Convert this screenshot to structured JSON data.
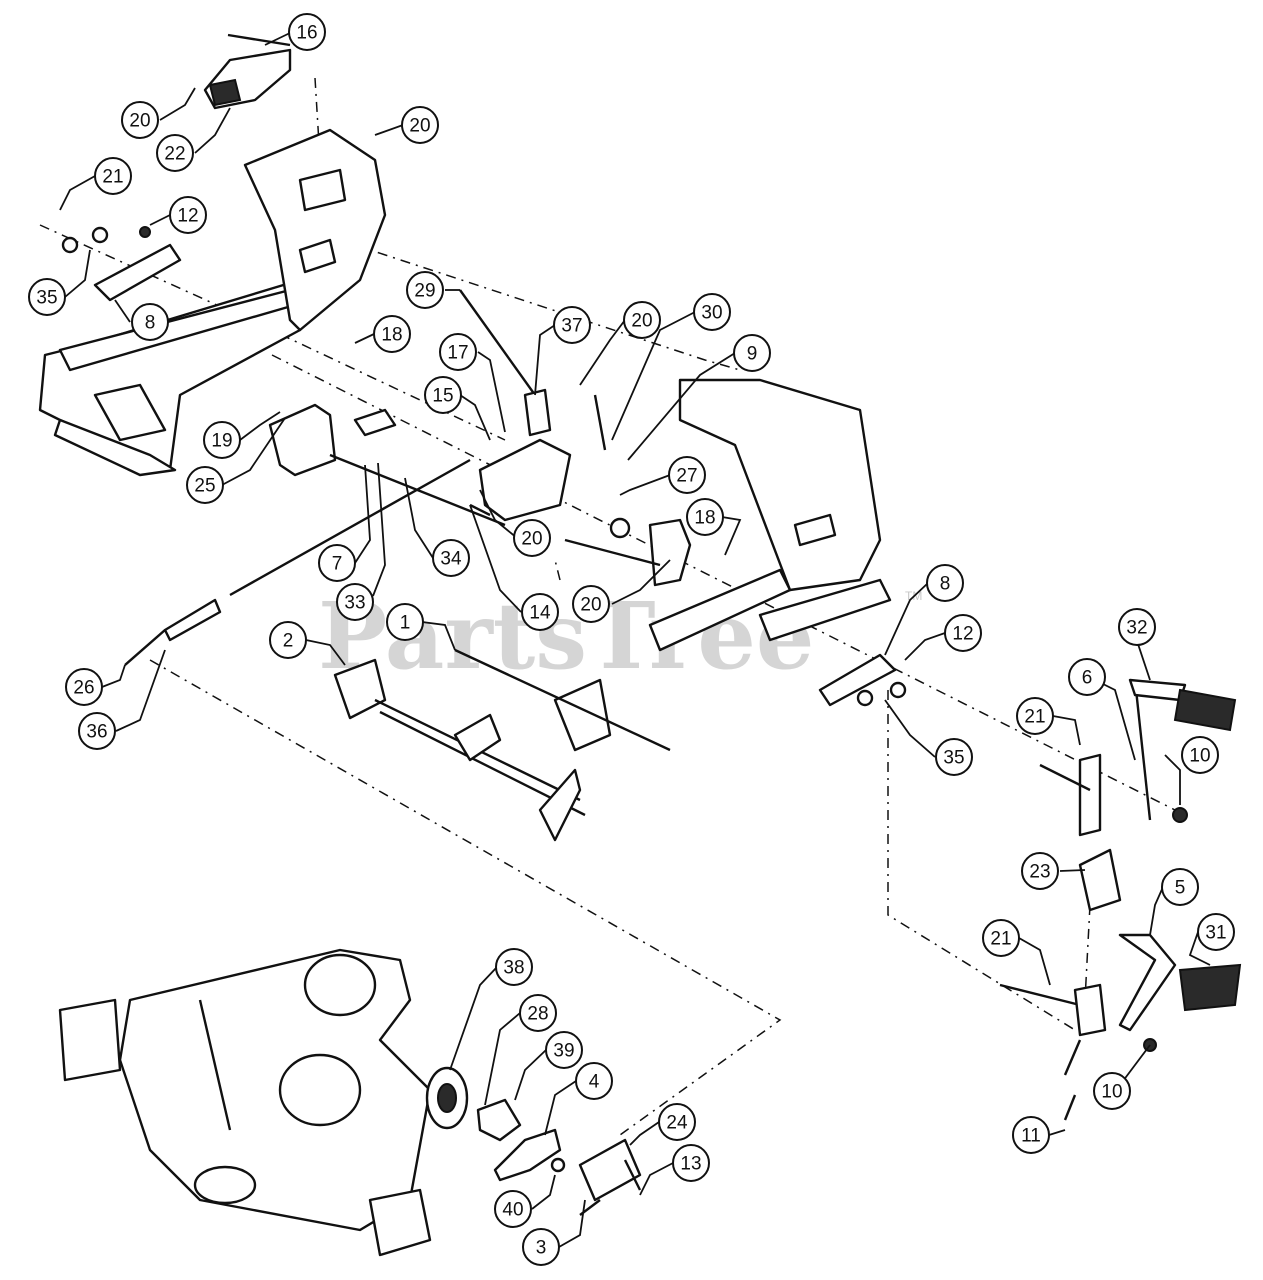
{
  "watermark": {
    "text": "PartsTree",
    "tm": "TM"
  },
  "callouts": [
    {
      "id": "c16",
      "label": "16"
    },
    {
      "id": "c20a",
      "label": "20"
    },
    {
      "id": "c22",
      "label": "22"
    },
    {
      "id": "c20b",
      "label": "20"
    },
    {
      "id": "c21a",
      "label": "21"
    },
    {
      "id": "c12a",
      "label": "12"
    },
    {
      "id": "c35a",
      "label": "35"
    },
    {
      "id": "c8a",
      "label": "8"
    },
    {
      "id": "c29",
      "label": "29"
    },
    {
      "id": "c18a",
      "label": "18"
    },
    {
      "id": "c17",
      "label": "17"
    },
    {
      "id": "c37",
      "label": "37"
    },
    {
      "id": "c20c",
      "label": "20"
    },
    {
      "id": "c30",
      "label": "30"
    },
    {
      "id": "c9",
      "label": "9"
    },
    {
      "id": "c15",
      "label": "15"
    },
    {
      "id": "c19",
      "label": "19"
    },
    {
      "id": "c25",
      "label": "25"
    },
    {
      "id": "c27",
      "label": "27"
    },
    {
      "id": "c20d",
      "label": "20"
    },
    {
      "id": "c18b",
      "label": "18"
    },
    {
      "id": "c7",
      "label": "7"
    },
    {
      "id": "c34",
      "label": "34"
    },
    {
      "id": "c33",
      "label": "33"
    },
    {
      "id": "c1",
      "label": "1"
    },
    {
      "id": "c14",
      "label": "14"
    },
    {
      "id": "c20e",
      "label": "20"
    },
    {
      "id": "c8b",
      "label": "8"
    },
    {
      "id": "c12b",
      "label": "12"
    },
    {
      "id": "c2",
      "label": "2"
    },
    {
      "id": "c32",
      "label": "32"
    },
    {
      "id": "c6",
      "label": "6"
    },
    {
      "id": "c26",
      "label": "26"
    },
    {
      "id": "c36",
      "label": "36"
    },
    {
      "id": "c21b",
      "label": "21"
    },
    {
      "id": "c10a",
      "label": "10"
    },
    {
      "id": "c35b",
      "label": "35"
    },
    {
      "id": "c23",
      "label": "23"
    },
    {
      "id": "c5",
      "label": "5"
    },
    {
      "id": "c31",
      "label": "31"
    },
    {
      "id": "c21c",
      "label": "21"
    },
    {
      "id": "c38",
      "label": "38"
    },
    {
      "id": "c28",
      "label": "28"
    },
    {
      "id": "c39",
      "label": "39"
    },
    {
      "id": "c4",
      "label": "4"
    },
    {
      "id": "c10b",
      "label": "10"
    },
    {
      "id": "c24",
      "label": "24"
    },
    {
      "id": "c13",
      "label": "13"
    },
    {
      "id": "c11",
      "label": "11"
    },
    {
      "id": "c40",
      "label": "40"
    },
    {
      "id": "c3",
      "label": "3"
    }
  ]
}
